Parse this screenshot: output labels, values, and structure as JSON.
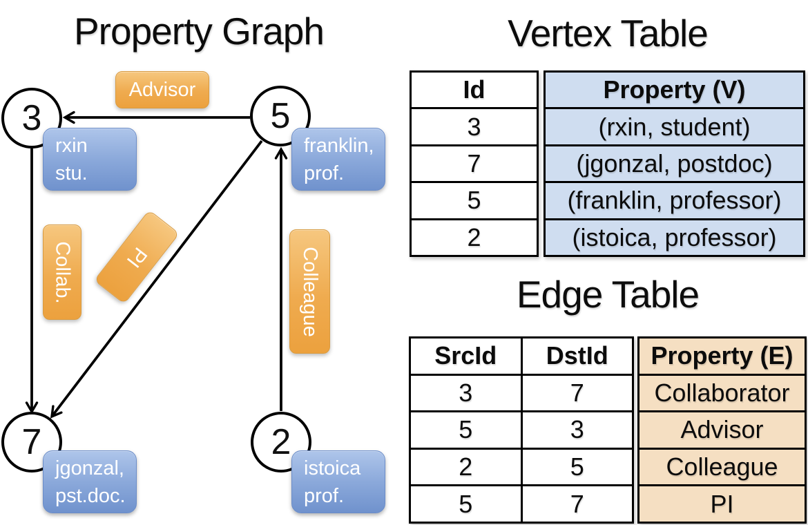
{
  "graph": {
    "title": "Property Graph",
    "nodes": [
      {
        "id": "3",
        "prop_line1": "rxin",
        "prop_line2": "stu."
      },
      {
        "id": "5",
        "prop_line1": "franklin,",
        "prop_line2": "prof."
      },
      {
        "id": "7",
        "prop_line1": "jgonzal,",
        "prop_line2": "pst.doc."
      },
      {
        "id": "2",
        "prop_line1": "istoica",
        "prop_line2": "prof."
      }
    ],
    "edge_labels": [
      {
        "name": "Advisor"
      },
      {
        "name": "Collab."
      },
      {
        "name": "PI"
      },
      {
        "name": "Colleague"
      }
    ]
  },
  "vertex_table": {
    "title": "Vertex Table",
    "headers": {
      "id": "Id",
      "property": "Property (V)"
    },
    "rows": [
      {
        "id": "3",
        "property": "(rxin, student)"
      },
      {
        "id": "7",
        "property": "(jgonzal, postdoc)"
      },
      {
        "id": "5",
        "property": "(franklin, professor)"
      },
      {
        "id": "2",
        "property": "(istoica, professor)"
      }
    ]
  },
  "edge_table": {
    "title": "Edge Table",
    "headers": {
      "src": "SrcId",
      "dst": "DstId",
      "property": "Property (E)"
    },
    "rows": [
      {
        "src": "3",
        "dst": "7",
        "property": "Collaborator"
      },
      {
        "src": "5",
        "dst": "3",
        "property": "Advisor"
      },
      {
        "src": "2",
        "dst": "5",
        "property": "Colleague"
      },
      {
        "src": "5",
        "dst": "7",
        "property": "PI"
      }
    ]
  },
  "colors": {
    "node_property_box": "#7f9fd6",
    "edge_label_box": "#efa94c",
    "vertex_property_bg": "#cfddf0",
    "edge_property_bg": "#f5dfc2",
    "line": "#000000",
    "text_on_boxes": "#ffffff"
  }
}
